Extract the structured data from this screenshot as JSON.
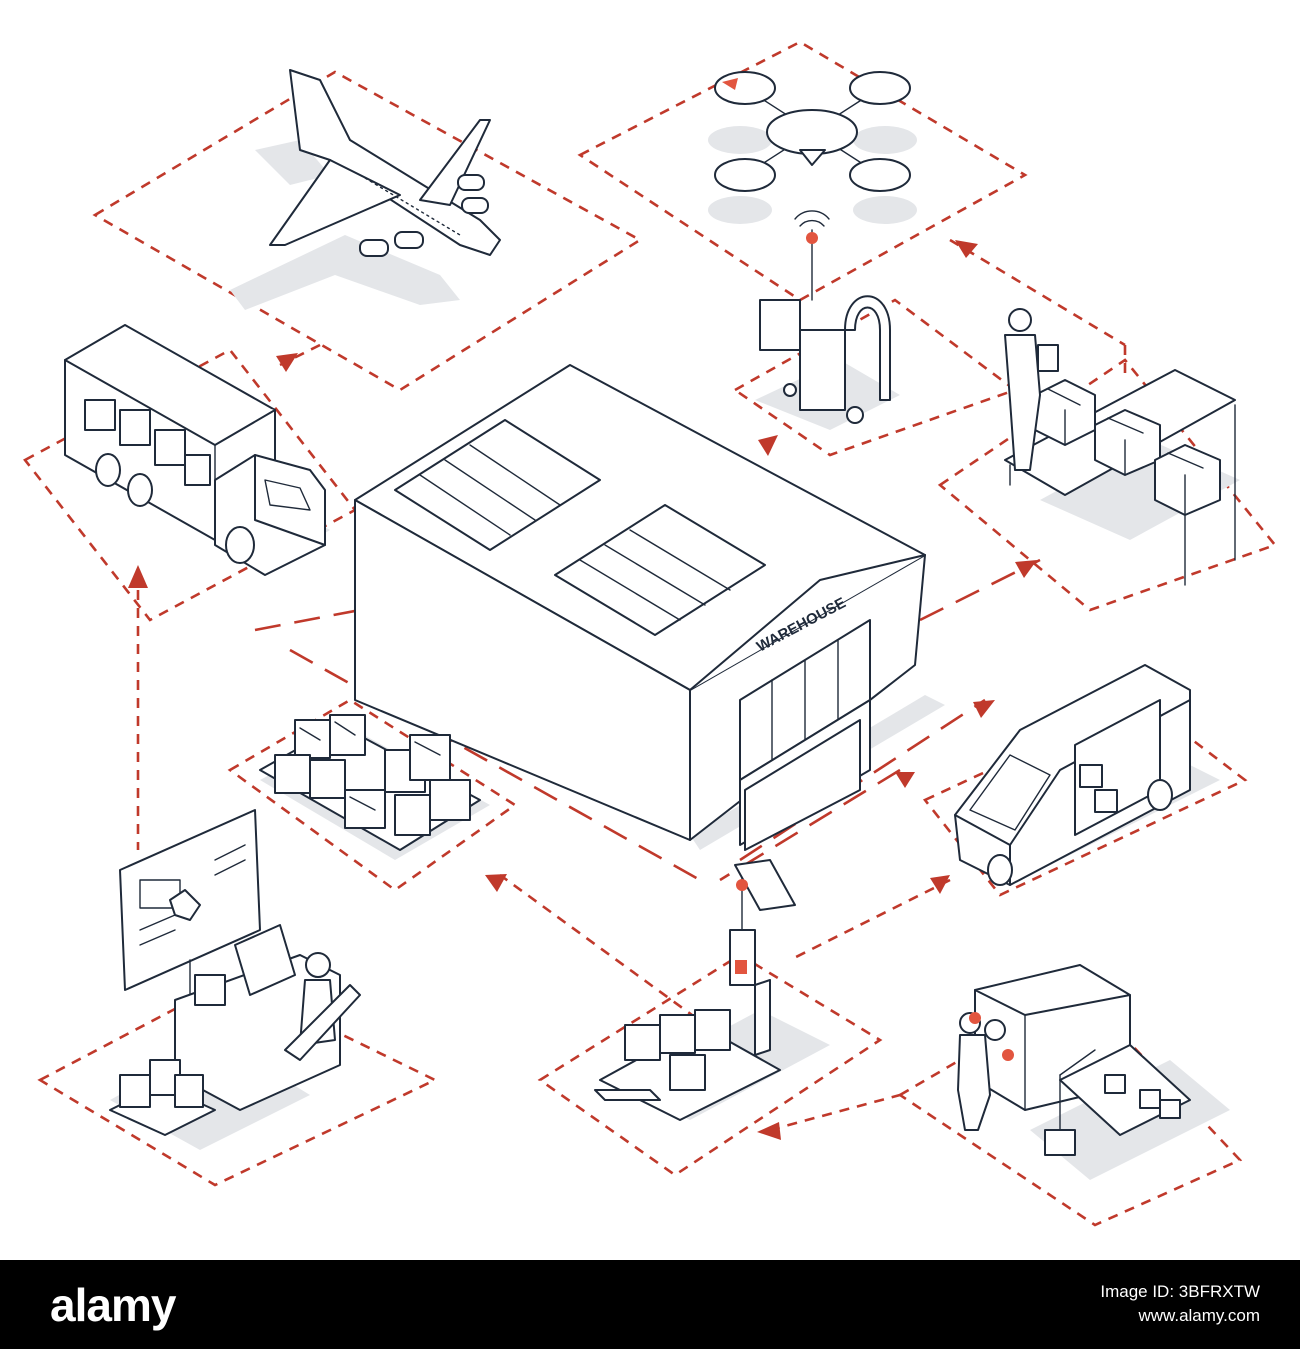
{
  "diagram": {
    "warehouse_label": "WAREHOUSE",
    "nodes": [
      {
        "id": "airplane",
        "icon": "airplane-icon"
      },
      {
        "id": "drone",
        "icon": "drone-icon"
      },
      {
        "id": "truck",
        "icon": "truck-icon"
      },
      {
        "id": "warehouse",
        "icon": "warehouse-icon"
      },
      {
        "id": "rfid-scanner",
        "icon": "rfid-forklift-icon"
      },
      {
        "id": "packing-worker",
        "icon": "worker-packing-icon"
      },
      {
        "id": "pallets",
        "icon": "pallet-boxes-icon"
      },
      {
        "id": "delivery-van",
        "icon": "van-icon"
      },
      {
        "id": "control-desk",
        "icon": "computer-desk-icon"
      },
      {
        "id": "pallet-jack",
        "icon": "pallet-jack-icon"
      },
      {
        "id": "robot-line",
        "icon": "robotic-arm-conveyor-icon"
      }
    ],
    "accent_color": "#c0392b",
    "line_color": "#1f2a3a"
  },
  "footer": {
    "logo": "alamy",
    "image_id": "Image ID: 3BFRXTW",
    "site": "www.alamy.com"
  }
}
